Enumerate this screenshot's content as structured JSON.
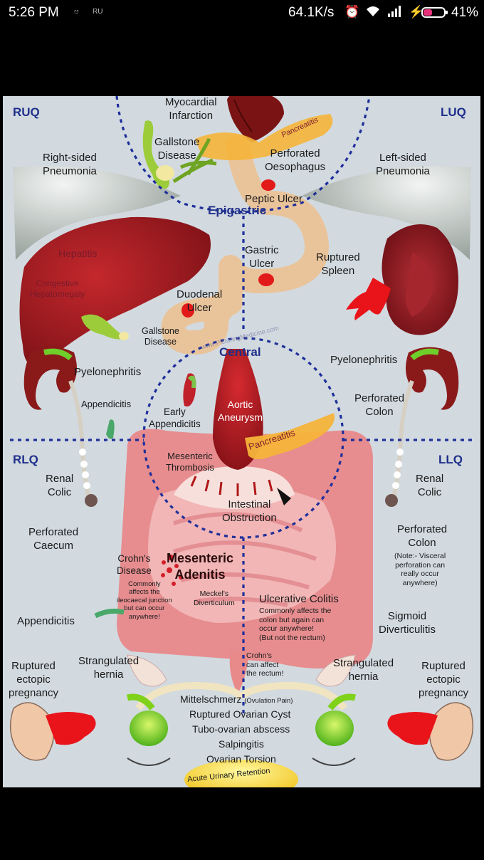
{
  "status_bar": {
    "time": "5:26 PM",
    "notif_1": "ಆ",
    "notif_2": "RU",
    "net_speed": "64.1K/s",
    "battery": "41%",
    "battery_level": 0.41
  },
  "diagram": {
    "quadrants": {
      "ruq": "RUQ",
      "luq": "LUQ",
      "rlq": "RLQ",
      "llq": "LLQ"
    },
    "regions": {
      "epigastric": "Epigastric",
      "central": "Central"
    },
    "labels": {
      "myocardial_infarction": "Myocardial\nInfarction",
      "pancreatitis_top": "Pancreatitis",
      "gallstone_disease_top": "Gallstone\nDisease",
      "perforated_oesophagus": "Perforated\nOesophagus",
      "right_sided_pneumonia": "Right-sided\nPneumonia",
      "left_sided_pneumonia": "Left-sided\nPneumonia",
      "peptic_ulcer": "Peptic Ulcer",
      "hepatitis": "Hepatitis",
      "congestive_hepatomegaly": "Congestive\nHepatomegaly",
      "gastric_ulcer": "Gastric\nUlcer",
      "ruptured_spleen": "Ruptured\nSpleen",
      "duodenal_ulcer": "Duodenal\nUlcer",
      "gallstone_disease_mid": "Gallstone\nDisease",
      "watermark": "www.PicturingMedicine.com",
      "pyelonephritis_right": "Pyelonephritis",
      "pyelonephritis_left": "Pyelonephritis",
      "appendicitis_top": "Appendicitis",
      "early_appendicitis": "Early\nAppendicitis",
      "aortic_aneurysm": "Aortic\nAneurysm",
      "perforated_colon_upper": "Perforated\nColon",
      "pancreatitis_central": "Pancreatitis",
      "mesenteric_thrombosis": "Mesenteric\nThrombosis",
      "renal_colic_right": "Renal\nColic",
      "renal_colic_left": "Renal\nColic",
      "intestinal_obstruction": "Intestinal\nObstruction",
      "perforated_caecum": "Perforated\nCaecum",
      "perforated_colon_lower": "Perforated\nColon",
      "visceral_note": "(Note:- Visceral\nperforation can\nreally occur\nanywhere)",
      "crohns_disease": "Crohn's\nDisease",
      "crohns_note": "Commonly\naffects the\nileocaecal junction\nbut can occur\nanywhere!",
      "mesenteric_adenitis": "Mesenteric\nAdenitis",
      "meckels_diverticulum": "Meckel's\nDiverticulum",
      "ulcerative_colitis": "Ulcerative Colitis",
      "uc_note": "Commonly affects the\ncolon but again can\noccur anywhere!\n(But not the rectum)",
      "appendicitis_low": "Appendicitis",
      "sigmoid_diverticulitis": "Sigmoid\nDiverticulitis",
      "strangulated_hernia_right": "Strangulated\nhernia",
      "strangulated_hernia_left": "Strangulated\nhernia",
      "crohns_rectum": "Crohn's\ncan affect\nthe rectum!",
      "ruptured_ectopic_right": "Ruptured\nectopic\npregnancy",
      "ruptured_ectopic_left": "Ruptured\nectopic\npregnancy",
      "mittelschmerz": "Mittelschmerz",
      "ovulation_pain": "(Ovulation Pain)",
      "ruptured_ovarian_cyst": "Ruptured Ovarian Cyst",
      "tubo_ovarian_abscess": "Tubo-ovarian abscess",
      "salpingitis": "Salpingitis",
      "ovarian_torsion": "Ovarian Torsion",
      "acute_urinary_retention": "Acute Urinary Retention"
    },
    "colors": {
      "background": "#d2dae0",
      "quadrant_line": "#1f2f9a",
      "liver": "#a11c22",
      "spleen": "#8e1a22",
      "intestine": "#e8898a",
      "pancreas": "#f5b43a",
      "heart": "#7a1414",
      "stomach": "#e9c49b",
      "gallbladder": "#9ccc3a",
      "ovary": "#7fd11a",
      "lung": "#b5bcb8"
    }
  }
}
